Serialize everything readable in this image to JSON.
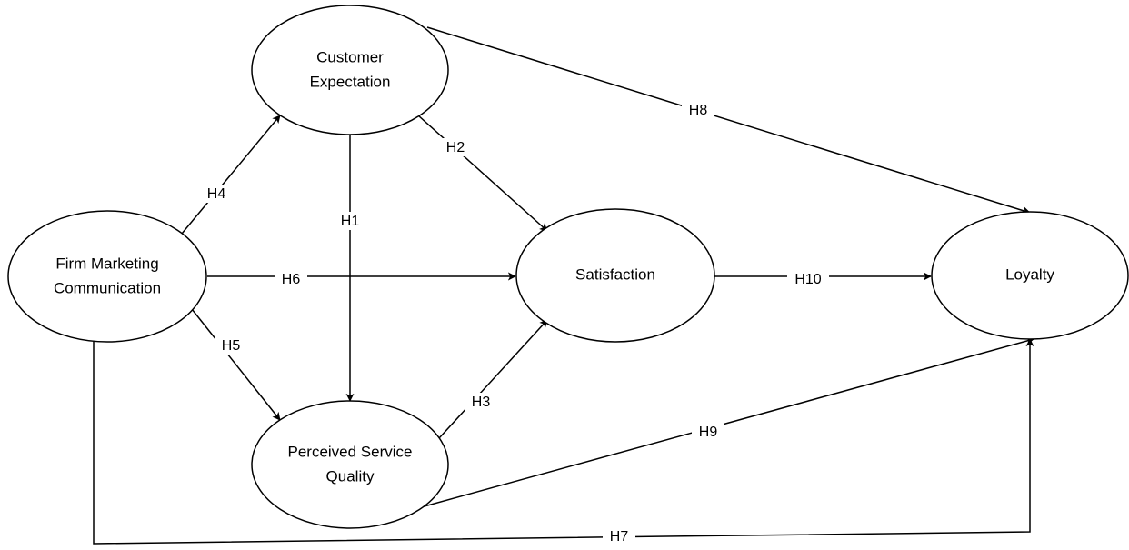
{
  "nodes": {
    "firm_marketing": {
      "lines": [
        "Firm Marketing",
        "Communication"
      ]
    },
    "customer_expectation": {
      "lines": [
        "Customer",
        "Expectation"
      ]
    },
    "satisfaction": {
      "lines": [
        "Satisfaction"
      ]
    },
    "perceived_quality": {
      "lines": [
        "Perceived Service",
        "Quality"
      ]
    },
    "loyalty": {
      "lines": [
        "Loyalty"
      ]
    }
  },
  "edges": {
    "h1": {
      "label": "H1",
      "from": "Customer Expectation",
      "to": "Perceived Service Quality"
    },
    "h2": {
      "label": "H2",
      "from": "Customer Expectation",
      "to": "Satisfaction"
    },
    "h3": {
      "label": "H3",
      "from": "Perceived Service Quality",
      "to": "Satisfaction"
    },
    "h4": {
      "label": "H4",
      "from": "Firm Marketing Communication",
      "to": "Customer Expectation"
    },
    "h5": {
      "label": "H5",
      "from": "Firm Marketing Communication",
      "to": "Perceived Service Quality"
    },
    "h6": {
      "label": "H6",
      "from": "Firm Marketing Communication",
      "to": "Satisfaction"
    },
    "h7": {
      "label": "H7",
      "from": "Firm Marketing Communication",
      "to": "Loyalty"
    },
    "h8": {
      "label": "H8",
      "from": "Customer Expectation",
      "to": "Loyalty"
    },
    "h9": {
      "label": "H9",
      "from": "Perceived Service Quality",
      "to": "Loyalty"
    },
    "h10": {
      "label": "H10",
      "from": "Satisfaction",
      "to": "Loyalty"
    }
  }
}
